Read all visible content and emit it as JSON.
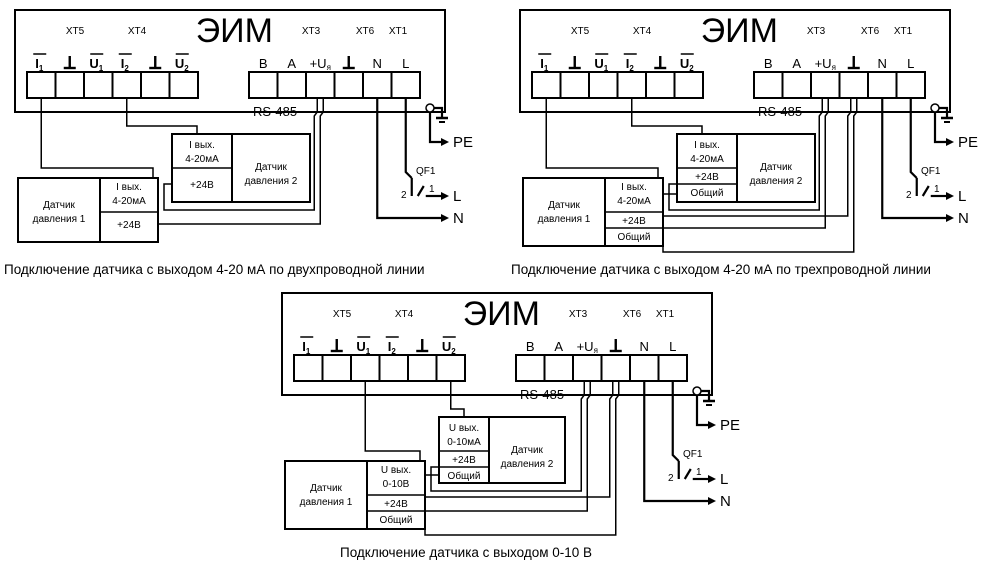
{
  "device": {
    "title": "ЭИМ",
    "blocks": [
      "XT5",
      "XT4",
      "XT3",
      "XT6",
      "XT1"
    ],
    "left_terminals": [
      "I1",
      "⊥",
      "U1",
      "I2",
      "⊥",
      "U2"
    ],
    "right_terminals": [
      "B",
      "A",
      "+Uя",
      "⊥",
      "N",
      "L"
    ],
    "bus_label": "RS-485"
  },
  "outputs": {
    "pe": "PE",
    "l": "L",
    "n": "N"
  },
  "breaker": {
    "name": "QF1",
    "pin1": "1",
    "pin2": "2"
  },
  "sensor1": {
    "name_line1": "Датчик",
    "name_line2": "давления 1"
  },
  "sensor2": {
    "name_line1": "Датчик",
    "name_line2": "давления 2"
  },
  "out_current": {
    "line1": "I вых.",
    "line2": "4-20мА"
  },
  "out_voltage1": {
    "line1": "U вых.",
    "line2": "0-10В"
  },
  "out_voltage2": {
    "line1": "U вых.",
    "line2": "0-10мА"
  },
  "supply": "+24В",
  "common": "Общий",
  "captions": {
    "two_wire": "Подключение датчика с выходом 4-20 мА по двухпроводной линии",
    "three_wire": "Подключение датчика с выходом 4-20 мА по трехпроводной линии",
    "voltage": "Подключение датчика с выходом 0-10 В"
  },
  "colors": {
    "line": "#000000",
    "background": "#ffffff"
  }
}
